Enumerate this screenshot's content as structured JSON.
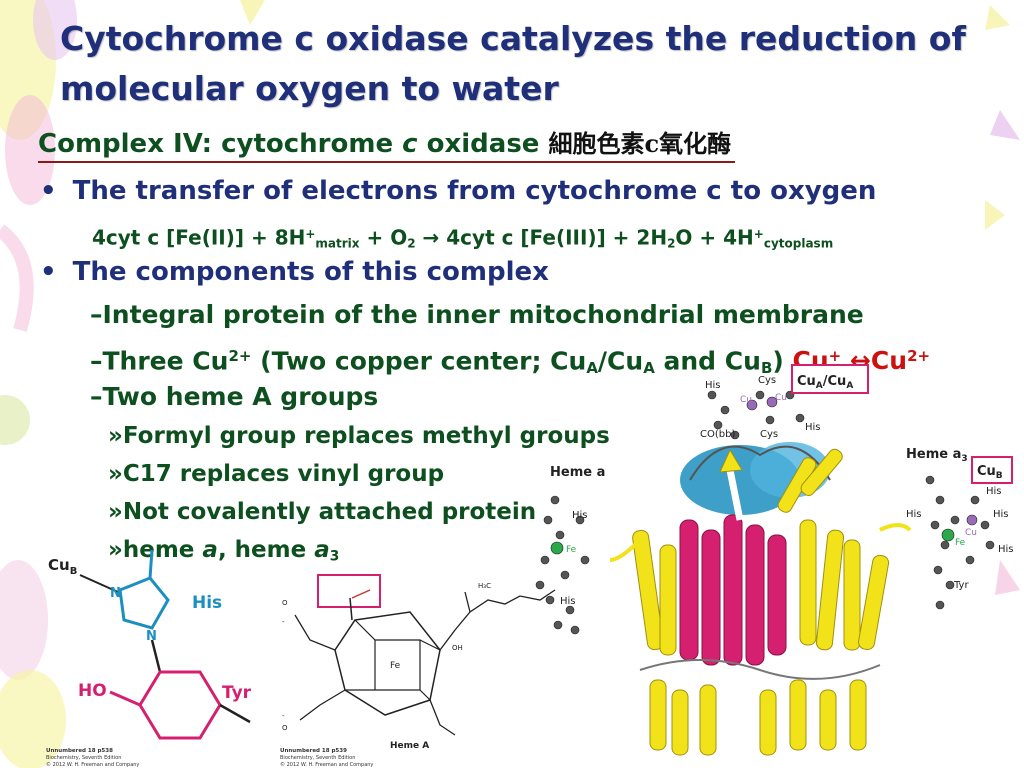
{
  "slide": {
    "title_line1": "Cytochrome c oxidase catalyzes the reduction of",
    "title_line2": "molecular oxygen to water",
    "subhead_prefix": "Complex IV: cytochrome ",
    "subhead_italic": "c",
    "subhead_suffix": " oxidase",
    "subhead_chinese": "細胞色素c氧化酶",
    "bullet1": "The transfer of electrons from cytochrome c to oxygen",
    "equation": {
      "lhs1": "4cyt c [Fe(II)] + 8H",
      "sup1": "+",
      "sub1": "matrix",
      "plus_o2": " +  O",
      "sub_o2": "2",
      "arrow": " → ",
      "rhs1": "4cyt c [Fe(III)] + 2H",
      "sub_h2o": "2",
      "rhs2": "O + 4H",
      "sup2": "+",
      "sub2": "cytoplasm"
    },
    "bullet2": "The components of this complex",
    "dash1": "–Integral protein of the inner mitochondrial membrane",
    "dash2": {
      "a": "–Three Cu",
      "sup_a": "2+",
      "b": " (Two copper center; Cu",
      "sub_b": "A",
      "c": "/Cu",
      "sub_c": "A",
      "d": " and Cu",
      "sub_d": "B",
      "e": ") ",
      "red1": "Cu",
      "red_sup1": "+",
      "red_arrow": " ↔",
      "red2": "Cu",
      "red_sup2": "2+"
    },
    "dash3": "–Two heme A groups",
    "sub_items": [
      "»Formyl group replaces methyl groups",
      "»C17 replaces vinyl group",
      "»Not covalently attached protein"
    ],
    "sub_item4": {
      "a": "»heme ",
      "b": "a",
      "c": ", heme ",
      "d": "a",
      "sub_d": "3"
    }
  },
  "figure_labels": {
    "cub_left": "Cu",
    "cub_left_sub": "B",
    "his_left": "His",
    "ho": "HO",
    "tyr_left": "Tyr",
    "heme_a_struct": "Heme A",
    "heme_a_model": "Heme a",
    "heme_a3_model": "Heme a",
    "heme_a3_sub": "3",
    "cua_box": "Cu",
    "cua_box_sub": "A",
    "cua_box2": "/Cu",
    "cua_box2_sub": "A",
    "cub_box": "Cu",
    "cub_box_sub": "B",
    "his": "His",
    "cys": "Cys",
    "cu": "Cu",
    "fe": "Fe",
    "tyr": "Tyr",
    "co_bb": "CO(bb)",
    "h3c": "H₃C",
    "oh": "OH",
    "credit1_a": "Unnumbered 18 p538",
    "credit1_b": "Biochemistry, Seventh Edition",
    "credit1_c": "© 2012 W. H. Freeman and Company",
    "credit2_a": "Unnumbered 18 p539",
    "credit2_b": "Biochemistry, Seventh Edition",
    "credit2_c": "© 2012 W. H. Freeman and Company"
  },
  "colors": {
    "title": "#1f2f7a",
    "body": "#0d4f1e",
    "accent_red": "#cc1111",
    "magenta": "#d4206e",
    "cyan": "#1c8fc0",
    "yellow": "#f2e21a"
  }
}
